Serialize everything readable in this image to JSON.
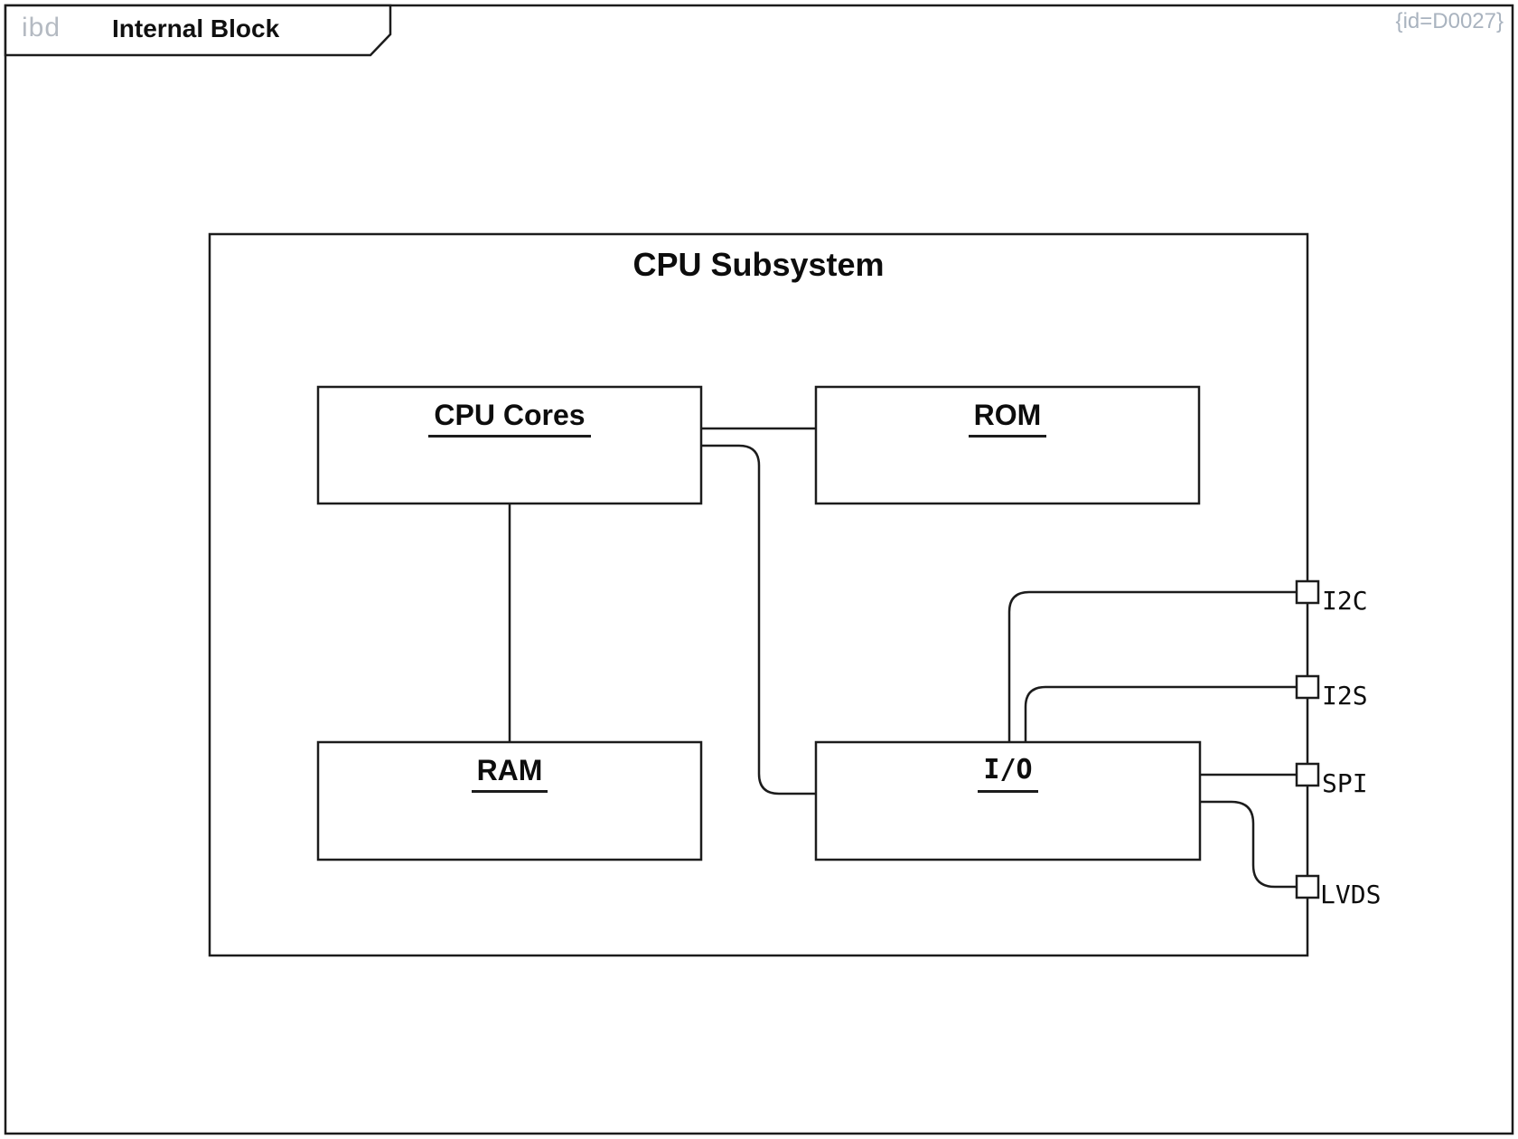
{
  "frame": {
    "kind_label": "ibd",
    "title": "Internal Block",
    "id_note": "{id=D0027}"
  },
  "subsystem": {
    "title": "CPU Subsystem"
  },
  "blocks": [
    {
      "label": "CPU Cores"
    },
    {
      "label": "ROM"
    },
    {
      "label": "RAM"
    },
    {
      "label": "I/O"
    }
  ],
  "ports": [
    {
      "label": "I2C"
    },
    {
      "label": "I2S"
    },
    {
      "label": "SPI"
    },
    {
      "label": "LVDS"
    }
  ],
  "connectors": [
    {
      "from": "CPU Cores",
      "to": "ROM"
    },
    {
      "from": "CPU Cores",
      "to": "RAM"
    },
    {
      "from": "CPU Cores",
      "to": "I/O"
    },
    {
      "from": "I/O",
      "to": "I2C"
    },
    {
      "from": "I/O",
      "to": "I2S"
    },
    {
      "from": "I/O",
      "to": "SPI"
    },
    {
      "from": "I/O",
      "to": "LVDS"
    }
  ],
  "colors": {
    "line": "#1c1c1c",
    "frame_kind_text": "#b4bac2",
    "id_note_text": "#a9b3bf",
    "background": "#ffffff"
  }
}
